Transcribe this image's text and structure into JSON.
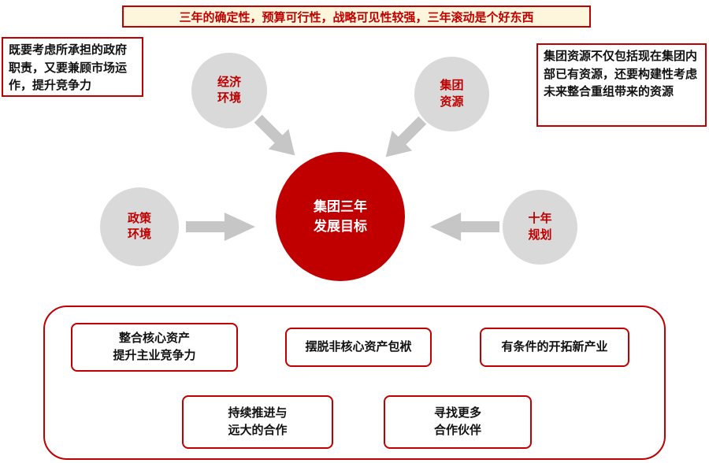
{
  "banner": {
    "text": "三年的确定性，预算可行性，战略可见性较强，三年滚动是个好东西"
  },
  "callouts": {
    "left": "既要考虑所承担的政府职责，又要兼顾市场运作，提升竞争力",
    "right": "集团资源不仅包括现在集团内部已有资源，还要构建性考虑未来整合重组带来的资源"
  },
  "circles": {
    "economy": {
      "label": "经济\n环境"
    },
    "resources": {
      "label": "集团\n资源"
    },
    "policy": {
      "label": "政策\n环境"
    },
    "ten_year": {
      "label": "十年\n规划"
    }
  },
  "center": {
    "label": "集团三年\n发展目标"
  },
  "goals": [
    {
      "label": "整合核心资产\n提升主业竞争力"
    },
    {
      "label": "摆脱非核心资产包袱"
    },
    {
      "label": "有条件的开拓新产业"
    },
    {
      "label": "持续推进与\n远大的合作"
    },
    {
      "label": "寻找更多\n合作伙伴"
    }
  ],
  "colors": {
    "accent_red": "#C00000",
    "banner_bg": "#FDF5DC",
    "circle_gray": "#D9D9D9",
    "arrow_gray": "#C6C6C6"
  }
}
